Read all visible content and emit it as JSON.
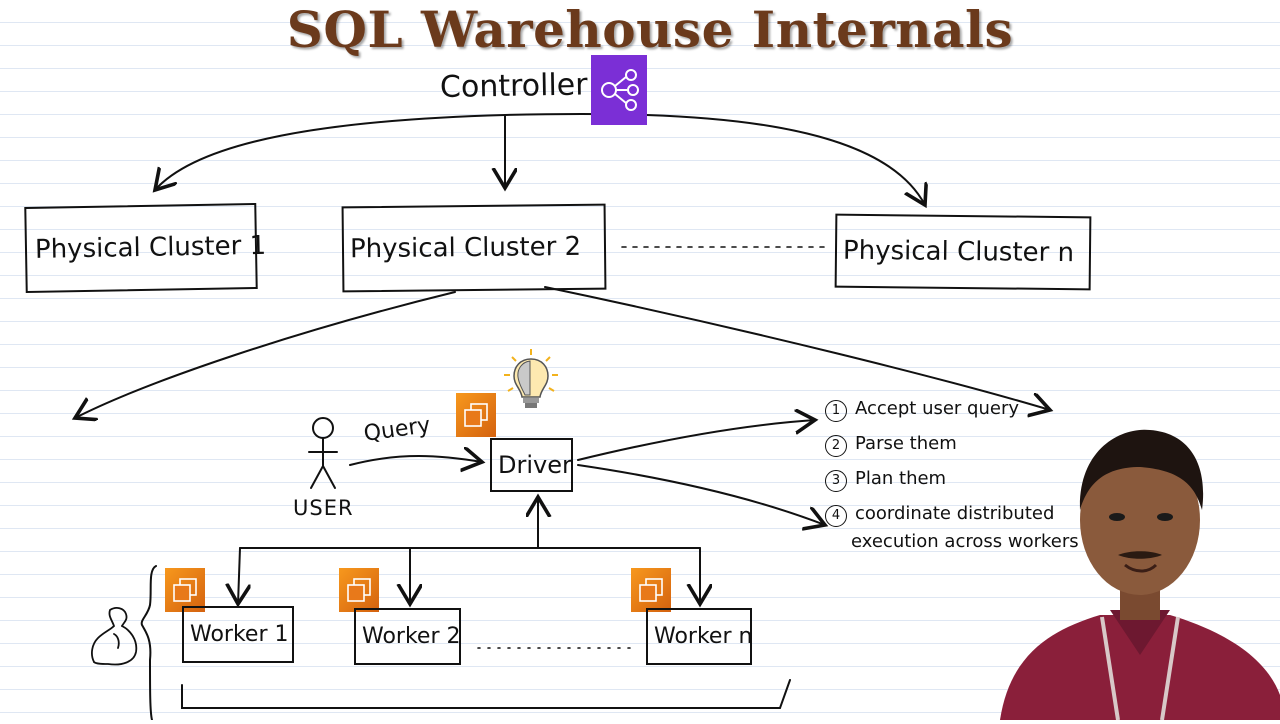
{
  "title": "SQL Warehouse Internals",
  "controller": {
    "label": "Controller",
    "icon": "network-hub-icon",
    "icon_color": "#7b2fd6"
  },
  "clusters": [
    {
      "label": "Physical Cluster 1"
    },
    {
      "label": "Physical Cluster 2"
    },
    {
      "label": "Physical Cluster n"
    }
  ],
  "user": {
    "label": "USER",
    "icon": "stick-figure-icon"
  },
  "query_label": "Query",
  "driver": {
    "label": "Driver",
    "icon": "ec2-instance-icon",
    "brain_icon": "brain-lightbulb-icon"
  },
  "driver_steps": [
    {
      "num": "1",
      "text": "Accept user query"
    },
    {
      "num": "2",
      "text": "Parse them"
    },
    {
      "num": "3",
      "text": "Plan them"
    },
    {
      "num": "4",
      "text": "coordinate distributed"
    }
  ],
  "driver_steps_continuation": "execution across workers",
  "workers": [
    {
      "label": "Worker 1",
      "icon": "ec2-instance-icon"
    },
    {
      "label": "Worker 2",
      "icon": "ec2-instance-icon"
    },
    {
      "label": "Worker n",
      "icon": "ec2-instance-icon"
    }
  ],
  "muscle_icon": "flexed-arm-icon",
  "accent_color": "#6b3a1c",
  "ec2_color": "#e8791a"
}
